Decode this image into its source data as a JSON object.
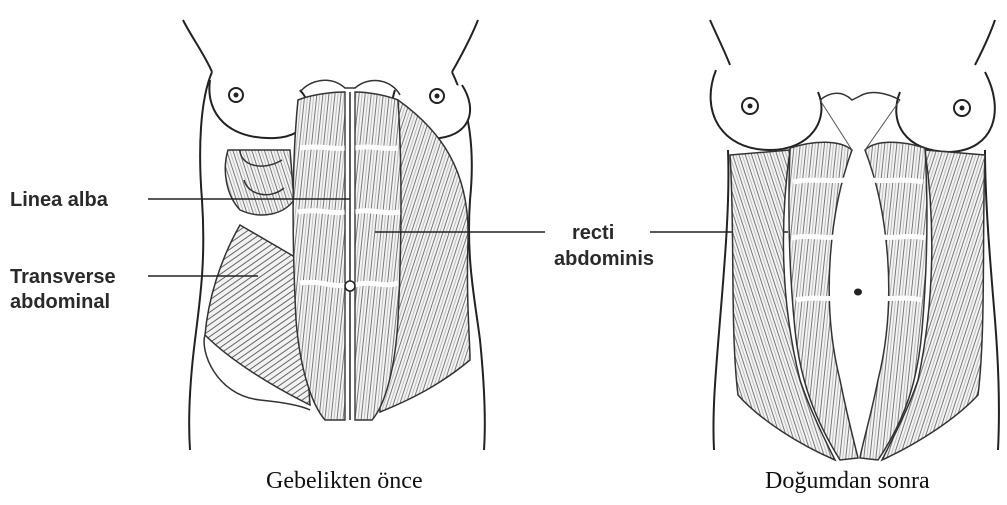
{
  "figure": {
    "left_panel": {
      "labels": {
        "linea_alba": "Linea alba",
        "recti_line1": "recti",
        "recti_line2": "abdominis",
        "transverse_line1": "Transverse",
        "transverse_line2": "abdominal"
      },
      "caption": "Gebelikten önce"
    },
    "right_panel": {
      "caption": "Doğumdan sonra"
    }
  }
}
